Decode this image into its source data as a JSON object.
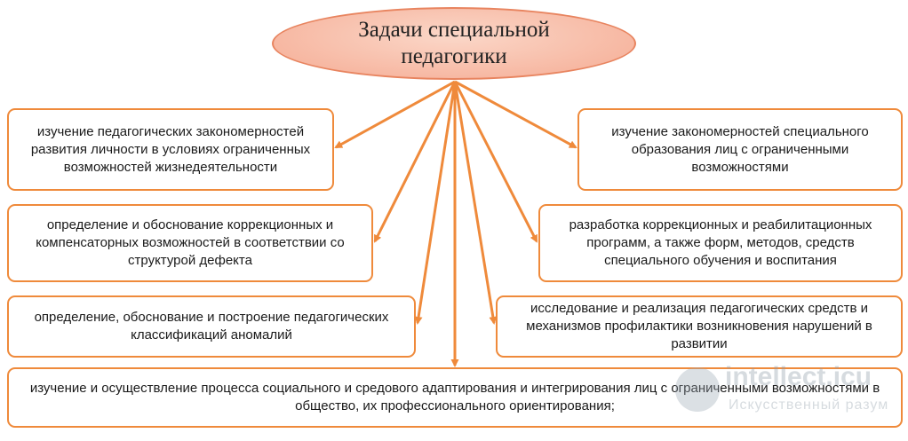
{
  "diagram": {
    "title": "Задачи специальной педагогики",
    "tasks": {
      "left_1": "изучение педагогических закономерностей развития личности в условиях ограниченных возможностей жизнедеятельности",
      "right_1": "изучение закономерностей специального образования лиц с ограниченными возможностями",
      "left_2": "определение и обоснование коррекционных и компенсаторных возможностей в соответствии со структурой дефекта",
      "right_2": "разработка коррекционных и реабилитационных программ, а также форм, методов, средств специального обучения и воспитания",
      "left_3": "определение, обоснование и построение педагогических классификаций аномалий",
      "right_3": "исследование и реализация педагогических средств и механизмов профилактики возникновения нарушений в развитии",
      "bottom": "изучение и осуществление процесса социального и средового адаптирования и интегрирования лиц с ограниченными возможностями в общество, их профессионального ориентирования;"
    },
    "colors": {
      "accent": "#ef8a3b",
      "title_fill": "#f5ab93"
    }
  },
  "watermark": {
    "brand": "intellect.icu",
    "tagline": "Искусственный разум"
  }
}
